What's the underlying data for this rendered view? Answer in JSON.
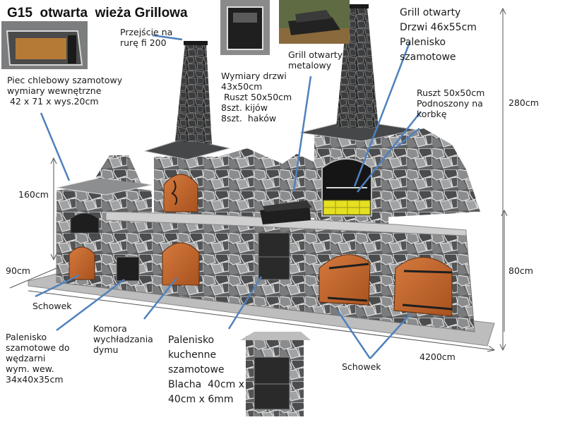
{
  "title": "G15  otwarta  wieża Grillowa",
  "labels": {
    "przejscie": "Przejście na\nrurę fi 200",
    "piec": "Piec chlebowy szamotowy\nwymiary wewnętrzne\n 42 x 71 x wys.20cm",
    "wymiary_drzwi": "Wymiary drzwi\n43x50cm\n Ruszt 50x50cm\n8szt. kijów\n8szt.  haków",
    "grill_metalowy": "Grill otwarty\nmetalowy",
    "grill_otwarty": "Grill otwarty\nDrzwi 46x55cm\nPalenisko\nszamotowe",
    "ruszt": "Ruszt 50x50cm\nPodnoszony na\nkorbkę",
    "h280": "280cm",
    "h160": "160cm",
    "w90": "90cm",
    "h80": "80cm",
    "schowek_left": "Schowek",
    "palenisko_wedzarnia": "Palenisko\nszamotowe do\nwędzarni\nwym. wew.\n34x40x35cm",
    "komora": "Komora\nwychładzania\ndymu",
    "palenisko_kuchenne": "Palenisko\nkuchenne\nszamotowe\nBlacha  40cm x\n40cm x 6mm",
    "schowek_right": "Schowek",
    "w4200": "4200cm"
  },
  "colors": {
    "stone": "#6c6c6e",
    "stone_dark": "#3a3b3d",
    "stone_light": "#a8a8aa",
    "door_copper": "#c4662f",
    "door_hinge": "#1e1e1e",
    "arrow_blue": "#4f81bd",
    "firebrick": "#e6e020",
    "chimney": "#2b2624"
  }
}
